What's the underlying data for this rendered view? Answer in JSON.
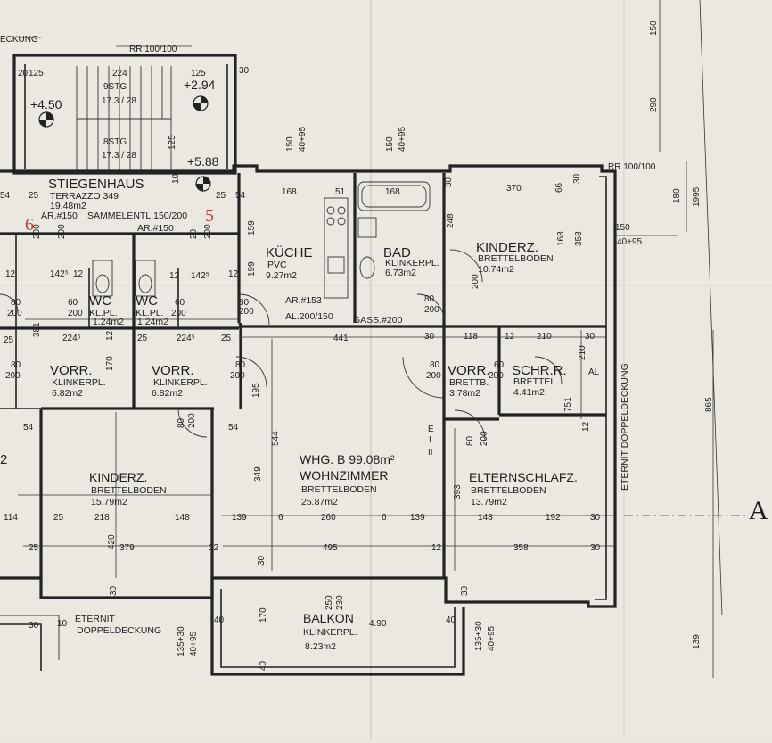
{
  "plan": {
    "apartment_label": "WHG. B 99.08m²",
    "partial_text_top_left": "ECKUNG",
    "partial_text_right": "A",
    "partial_text_left": "2",
    "rr_top": "RR 100/100",
    "rr_right": "RR 100/100",
    "handwritten": [
      "6",
      "5"
    ],
    "stair": {
      "name": "STIEGENHAUS",
      "floor": "TERRAZZO 349",
      "area": "19.48m2",
      "levels": [
        "+4.50",
        "+2.94",
        "+5.88"
      ],
      "steps1": "9STG",
      "steps1_ratio": "17.3 / 28",
      "steps2": "8STG",
      "steps2_ratio": "17.3 / 28",
      "ar": "AR.#150",
      "sammel": "SAMMELENTL.150/200",
      "ar2": "AR.#150"
    },
    "rooms": [
      {
        "name": "KÜCHE",
        "floor": "PVC",
        "area": "9.27m2"
      },
      {
        "name": "BAD",
        "floor": "KLINKERPL.",
        "area": "6.73m2"
      },
      {
        "name": "KINDERZ.",
        "floor": "BRETTELBODEN",
        "area": "10.74m2"
      },
      {
        "name": "WC",
        "floor": "KL.PL.",
        "area": "1.24m2"
      },
      {
        "name": "WC",
        "floor": "KL.PL.",
        "area": "1.24m2"
      },
      {
        "name": "VORR.",
        "floor": "KLINKERPL.",
        "area": "6.82m2"
      },
      {
        "name": "VORR.",
        "floor": "KLINKERPL.",
        "area": "6.82m2"
      },
      {
        "name": "VORR.",
        "floor": "BRETTB.",
        "area": "3.78m2"
      },
      {
        "name": "SCHR.R.",
        "floor": "BRETTEL",
        "area": "4.41m2"
      },
      {
        "name": "KINDERZ.",
        "floor": "BRETTELBODEN",
        "area": "15.79m2"
      },
      {
        "name": "WOHNZIMMER",
        "floor": "BRETTELBODEN",
        "area": "25.87m2"
      },
      {
        "name": "ELTERNSCHLAFZ.",
        "floor": "BRETTELBODEN",
        "area": "13.79m2"
      },
      {
        "name": "BALKON",
        "floor": "KLINKERPL.",
        "area": "8.23m2"
      }
    ],
    "balkon_extra": "4.90",
    "annotations": {
      "ar153": "AR.#153",
      "al": "AL.200/150",
      "gas": "GASS.#200",
      "eternit_right": "ETERNIT DOPPELDECKUNG",
      "eternit_bottom_1": "ETERNIT",
      "eternit_bottom_2": "DOPPELDECKUNG",
      "e_ii": [
        "E",
        "I",
        "II"
      ],
      "al_small": "AL"
    },
    "dims": {
      "d125a": "125",
      "d224": "224",
      "d125b": "125",
      "d20a": "20",
      "d20b": "20",
      "d30a": "30",
      "d125c": "125",
      "d10": "10",
      "d20c": "20",
      "d54a": "54",
      "d25a": "25",
      "d25b": "25",
      "d54b": "54",
      "d168a": "168",
      "d51": "51",
      "d168b": "168",
      "d30b": "30",
      "d370": "370",
      "d66": "66",
      "d30c": "30",
      "d150a": "150",
      "d4095a": "40+95",
      "d150b": "150",
      "d4095b": "40+95",
      "d150c": "150",
      "d4095c": "40+95",
      "d200a": "200",
      "d200b": "200",
      "d200c": "200",
      "d20d": "20",
      "d159": "159",
      "d199": "199",
      "d248": "248",
      "d168c": "168",
      "d358a": "358",
      "d1425a": "142⁵",
      "d12a": "12",
      "d12b": "12",
      "d1425b": "142⁵",
      "d12c": "12",
      "d12d": "12",
      "d80a": "80",
      "d200d": "200",
      "d60a": "60",
      "d200e": "200",
      "d60b": "60",
      "d200f": "200",
      "d80b": "80",
      "d200g": "200",
      "d80c": "80",
      "d200h": "200",
      "d200i": "200",
      "d25c": "25",
      "d381": "381",
      "d2245a": "224⁵",
      "d12e": "12",
      "d25d": "25",
      "d2245b": "224⁵",
      "d25e": "25",
      "d441": "441",
      "d30d": "30",
      "d118": "118",
      "d12f": "12",
      "d210": "210",
      "d30e": "30",
      "d80d": "80",
      "d200j": "200",
      "d170": "170",
      "d80e": "80",
      "d200k": "200",
      "d80f": "80",
      "d200l": "200",
      "d60c": "60",
      "d200m": "200",
      "d195": "195",
      "d210b": "210",
      "d751": "751",
      "d12g": "12",
      "d80g": "80",
      "d200n": "200",
      "d80h": "80",
      "d200o": "200",
      "d54c": "54",
      "d54d": "54",
      "d544": "544",
      "d349": "349",
      "d393": "393",
      "d114": "114",
      "d25f": "25",
      "d218": "218",
      "d148a": "148",
      "d139a": "139",
      "d6a": "6",
      "d260": "260",
      "d6b": "6",
      "d139b": "139",
      "d148b": "148",
      "d192": "192",
      "d30f": "30",
      "d25g": "25",
      "d420": "420",
      "d379": "379",
      "d12h": "12",
      "d495": "495",
      "d12i": "12",
      "d358b": "358",
      "d30g": "30",
      "d30h": "30",
      "d30i": "30",
      "d250": "250",
      "d230": "230",
      "d30j": "30",
      "d30k": "30",
      "d10b": "10",
      "d40a": "40",
      "d170b": "170",
      "d40b": "40",
      "d40c": "40",
      "d13530a": "135+30",
      "d4095d": "40+95",
      "d13530b": "135+30",
      "d4095e": "40+95",
      "d150d": "150",
      "d290": "290",
      "d180": "180",
      "d1995": "1995",
      "d865": "865",
      "d139c": "139"
    }
  }
}
